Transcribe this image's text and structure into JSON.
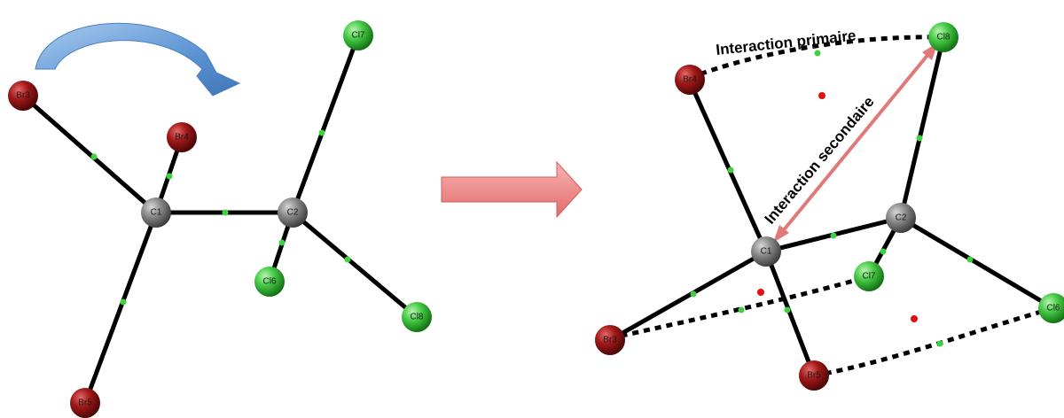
{
  "colors": {
    "carbon": "#7a7a7a",
    "bromine": "#9b1414",
    "chlorine": "#3fc63f",
    "bond": "#000000",
    "critical_point_bond": "#3ed23e",
    "critical_point_ring": "#e01010",
    "rotation_arrow": "#5b9bd5",
    "transition_arrow": "#ec8686",
    "interaction_arrow": "#e07a7a"
  },
  "left_molecule": {
    "atoms": {
      "br3": "Br3",
      "br4": "Br4",
      "br5": "Br5",
      "c1": "C1",
      "c2": "C2",
      "cl6": "Cl6",
      "cl7": "Cl7",
      "cl8": "Cl8"
    },
    "rotation_arrow_icon": "curved-rotation-arrow"
  },
  "transition_arrow_icon": "right-arrow",
  "right_molecule": {
    "atoms": {
      "br3": "Br3",
      "br4": "Br4",
      "br5": "Br5",
      "c1": "C1",
      "c2": "C2",
      "cl6": "Cl6",
      "cl7": "Cl7",
      "cl8": "Cl8"
    },
    "labels": {
      "primary_interaction": "Interaction primaire",
      "secondary_interaction": "Interaction secondaire"
    }
  }
}
